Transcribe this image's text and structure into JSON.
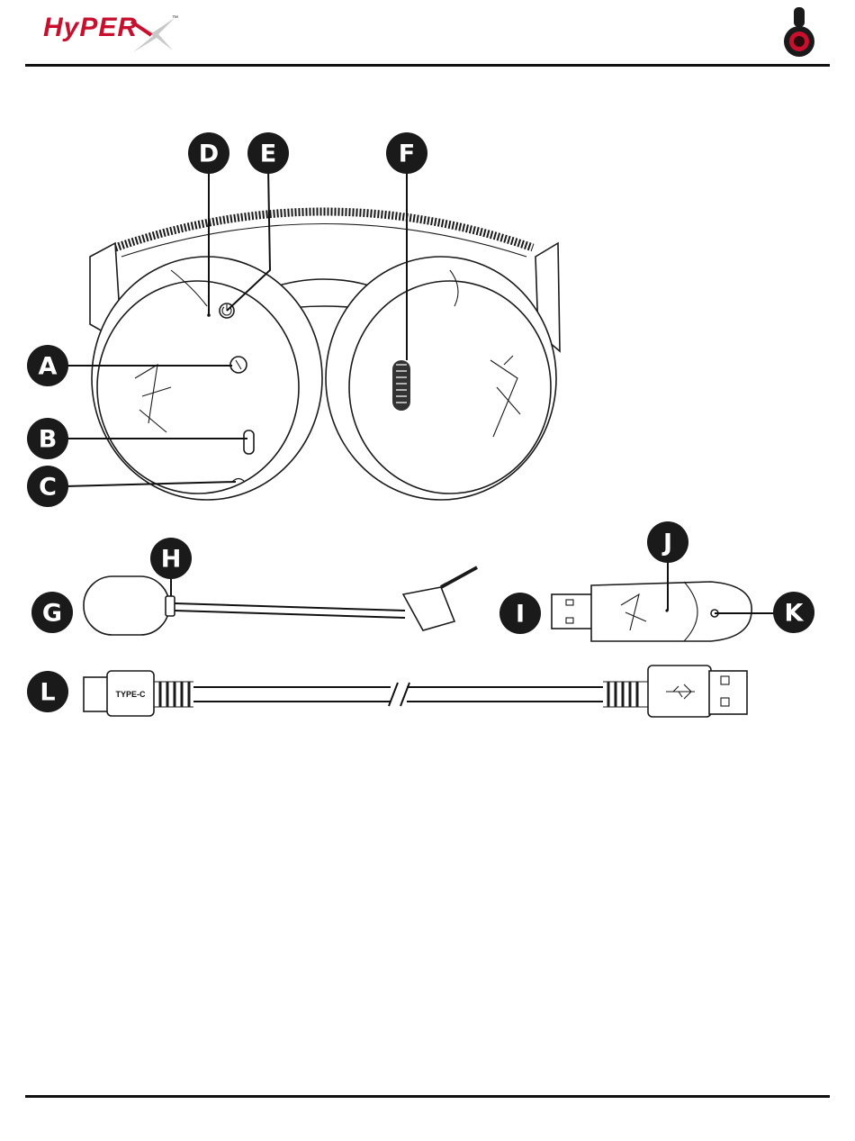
{
  "header": {
    "logo_text": "HyPER",
    "trademark": "™",
    "product_thumbnail": "headset-thumbnail"
  },
  "callouts": [
    "A",
    "B",
    "C",
    "D",
    "E",
    "F",
    "G",
    "H",
    "I",
    "J",
    "K",
    "L"
  ],
  "labels": {
    "usb_c": "TYPE-C"
  },
  "colors": {
    "brand_red": "#c8102e",
    "ink": "#1a1a1a"
  }
}
